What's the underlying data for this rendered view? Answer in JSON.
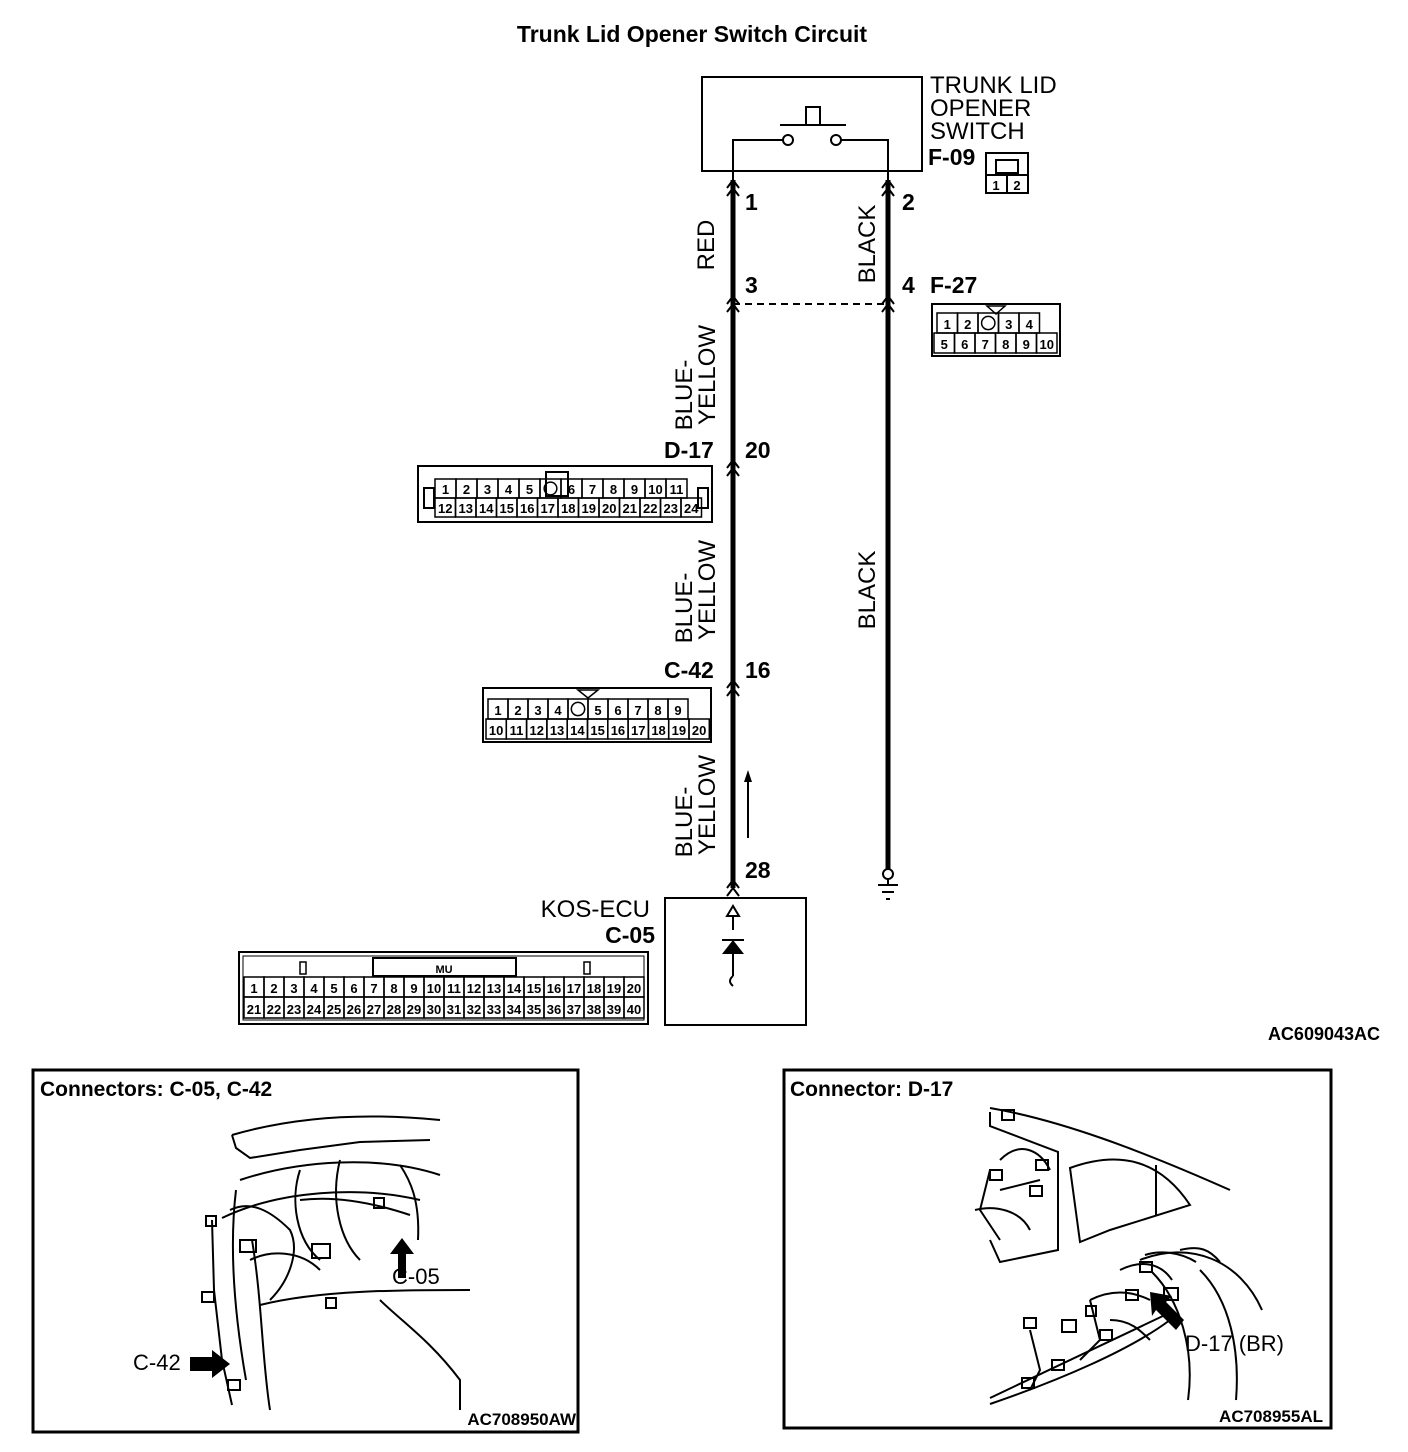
{
  "title": "Trunk Lid Opener Switch Circuit",
  "reference_id": "AC609043AC",
  "switch": {
    "label_lines": [
      "TRUNK LID",
      "OPENER",
      "SWITCH"
    ],
    "connector": "F-09",
    "pins": [
      "1",
      "2"
    ]
  },
  "wires": {
    "left_pins": {
      "top": "1",
      "f27": "3",
      "d17": "20",
      "c42": "16",
      "ecu": "28"
    },
    "right_pins": {
      "top": "2",
      "f27": "4"
    },
    "colors": {
      "red": "RED",
      "by_line1": "BLUE-",
      "by_line2": "YELLOW",
      "black": "BLACK"
    }
  },
  "connectors": {
    "f27": {
      "name": "F-27",
      "row1": [
        "1",
        "2",
        "",
        "3",
        "4"
      ],
      "row2": [
        "5",
        "6",
        "7",
        "8",
        "9",
        "10"
      ]
    },
    "d17": {
      "name": "D-17",
      "row1": [
        "1",
        "2",
        "3",
        "4",
        "5",
        "",
        "6",
        "7",
        "8",
        "9",
        "10",
        "11"
      ],
      "row2": [
        "12",
        "13",
        "14",
        "15",
        "16",
        "17",
        "18",
        "19",
        "20",
        "21",
        "22",
        "23",
        "24"
      ]
    },
    "c42": {
      "name": "C-42",
      "row1": [
        "1",
        "2",
        "3",
        "4",
        "",
        "5",
        "6",
        "7",
        "8",
        "9"
      ],
      "row2": [
        "10",
        "11",
        "12",
        "13",
        "14",
        "15",
        "16",
        "17",
        "18",
        "19",
        "20"
      ]
    },
    "c05": {
      "name": "C-05",
      "tag": "MU",
      "row1": [
        "1",
        "2",
        "3",
        "4",
        "5",
        "6",
        "7",
        "8",
        "9",
        "10",
        "11",
        "12",
        "13",
        "14",
        "15",
        "16",
        "17",
        "18",
        "19",
        "20"
      ],
      "row2": [
        "21",
        "22",
        "23",
        "24",
        "25",
        "26",
        "27",
        "28",
        "29",
        "30",
        "31",
        "32",
        "33",
        "34",
        "35",
        "36",
        "37",
        "38",
        "39",
        "40"
      ]
    }
  },
  "ecu": {
    "name": "KOS-ECU",
    "connector": "C-05"
  },
  "insets": {
    "left": {
      "title": "Connectors: C-05, C-42",
      "callout_c05": "C-05",
      "callout_c42": "C-42",
      "code": "AC708950AW"
    },
    "right": {
      "title": "Connector: D-17",
      "callout_d17": "D-17 (BR)",
      "code": "AC708955AL"
    }
  }
}
